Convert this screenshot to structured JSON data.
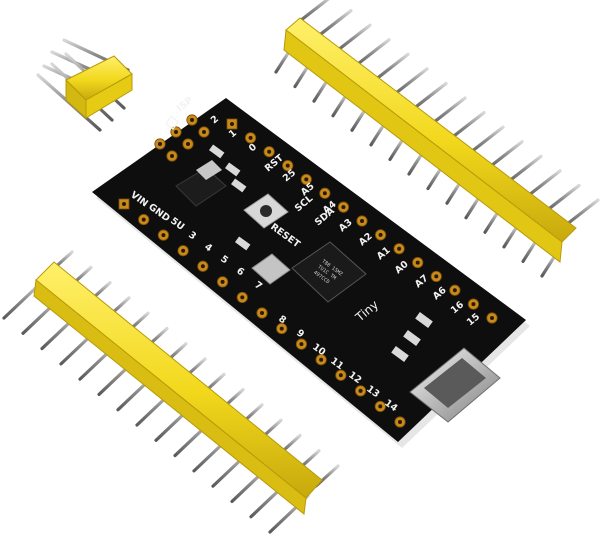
{
  "board": {
    "pcb_color": "#0e0e0e",
    "silk_color": "#f2f2f2",
    "pad_color": "#c98a1c",
    "header_color": "#f2d81c",
    "pin_color": "#9a9a9a",
    "labels": {
      "isp": "ISP",
      "logo": "Tiny",
      "reset": "RESET",
      "scl": "SCL",
      "sda": "SDA",
      "a4": "A4",
      "a5": "A5",
      "a3": "A3",
      "a2": "A2",
      "a1": "A1",
      "a0": "A0",
      "a7": "A7",
      "a6": "A6",
      "vin": "VIN",
      "gnd": "GND",
      "v5": "5U",
      "rst": "RST",
      "n25": "25",
      "n2": "2",
      "n1": "1",
      "n0": "0",
      "n3": "3",
      "n4": "4",
      "n5": "5",
      "n6": "6",
      "n7": "7",
      "n8": "8",
      "n9": "9",
      "n10": "10",
      "n11": "11",
      "n12": "12",
      "n13": "13",
      "n14": "14",
      "n15": "15",
      "n16": "16"
    },
    "chip_text": {
      "line1": "T88 15MZ",
      "line2": "TU1C TM",
      "line3": "497CCD"
    }
  }
}
